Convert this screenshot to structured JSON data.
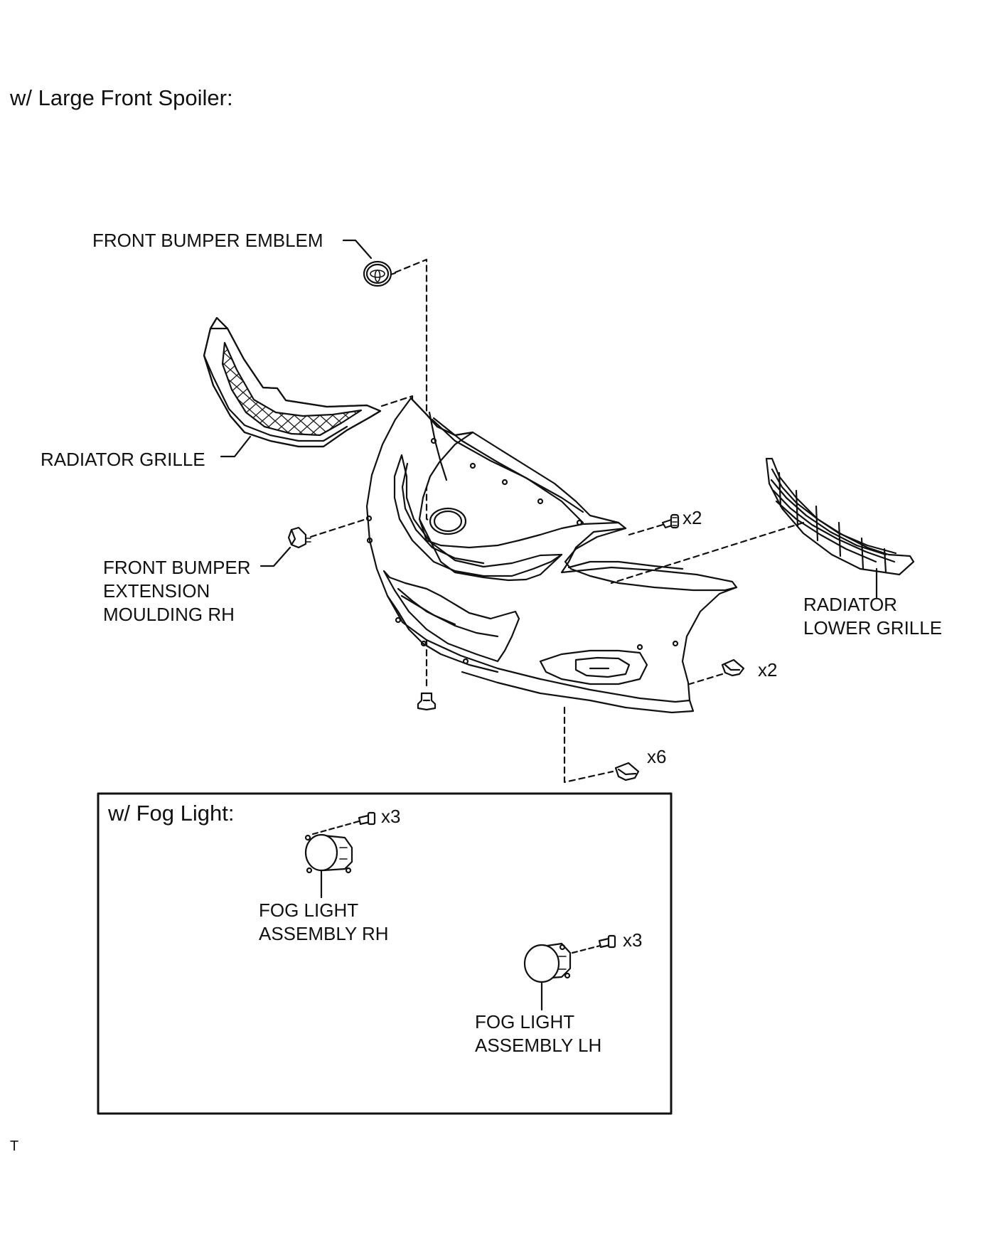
{
  "header": {
    "title": "w/ Large Front Spoiler:"
  },
  "parts": {
    "front_bumper_emblem": "FRONT BUMPER EMBLEM",
    "radiator_grille": "RADIATOR GRILLE",
    "extension_moulding": [
      "FRONT BUMPER",
      "EXTENSION",
      "MOULDING RH"
    ],
    "lower_grille": [
      "RADIATOR",
      "LOWER GRILLE"
    ]
  },
  "quantities": {
    "bolt_top": "x2",
    "clip_side": "x2",
    "clip_bottom": "x6"
  },
  "fog_box": {
    "title": "w/ Fog Light:",
    "rh_screw_qty": "x3",
    "lh_screw_qty": "x3",
    "fog_rh": [
      "FOG LIGHT",
      "ASSEMBLY RH"
    ],
    "fog_lh": [
      "FOG LIGHT",
      "ASSEMBLY LH"
    ]
  },
  "footer": {
    "mark": "T"
  }
}
